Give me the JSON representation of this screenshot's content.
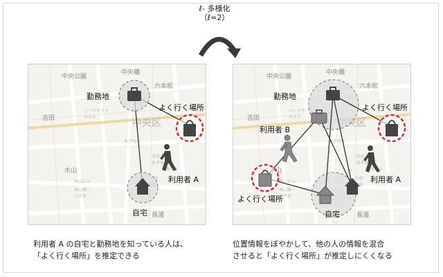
{
  "header": {
    "line1": "ℓ- 多様化",
    "line2": "（ℓ=2）"
  },
  "left_map": {
    "labels": {
      "work": "勤務地",
      "favorite": "よく行く場所",
      "home": "自宅",
      "user_a": "利用者 A"
    },
    "place_names": {
      "chuo_park": "中央公園",
      "chuo_bridge": "中央橋",
      "rokuhonmatsu": "六本松",
      "yoshida": "吉田",
      "chuo_ward": "中央区",
      "kiyama": "木山",
      "nagaura": "長浦",
      "park_side_hotel": "パークサイド\nホテル",
      "women_univ": "女子短大",
      "kiyama_bldg": "木山ビル",
      "kiyama_school": "木山第一\n小学校",
      "chuo_hs": "中央\n高校",
      "chuo_jhs": "中央\n女子高",
      "minami_bldg": "南ビル"
    }
  },
  "right_map": {
    "labels": {
      "work": "勤務地",
      "favorite_top": "よく行く場所",
      "user_b": "利用者 B",
      "favorite_bottom": "よく行く場所",
      "home": "自宅",
      "user_a": "利用者 A"
    },
    "place_names": {
      "chuo_park": "中央公園",
      "chuo_bridge": "中央橋",
      "rokuhonmatsu": "六本松",
      "yoshida": "吉田",
      "chuo_ward": "中央区",
      "kiyama": "木山",
      "nagaura": "長浦",
      "park_side_hotel": "パークサイド\nホテル",
      "women_univ": "女子短大",
      "kiyama_bldg": "木山ビル",
      "kiyama_school": "木山第一\n小学校",
      "chuo_hs": "中央\n高校",
      "chuo_jhs": "中央\n女子高",
      "minami_bldg": "南ビル"
    }
  },
  "captions": {
    "left": "利用者 A の自宅と勤務地を知っている人は、\n「よく行く場所」を推定できる",
    "right": "位置情報をぼやかして、他の人の情報を混合\nさせると「よく行く場所」が推定しにくくなる"
  },
  "colors": {
    "highlight_circle": "#e0262b",
    "region_circle": "#dcdcdc",
    "icon": "#444444",
    "road": "#ffffff",
    "road_outline": "#e6e2d8"
  }
}
